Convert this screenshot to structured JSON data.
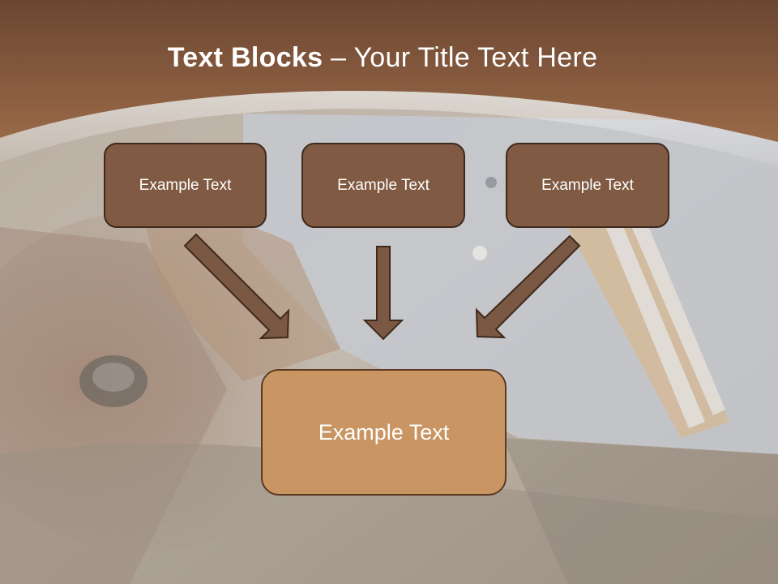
{
  "slide": {
    "title_bold": "Text Blocks",
    "title_dash": "–",
    "title_rest": "Your Title Text Here",
    "top_boxes": [
      {
        "label": "Example Text"
      },
      {
        "label": "Example Text"
      },
      {
        "label": "Example Text"
      }
    ],
    "main_box": {
      "label": "Example Text"
    }
  },
  "colors": {
    "header_brown": "#7a5034",
    "box_dark": "#805a42",
    "box_light": "#c99563",
    "arrow": "#7a5843"
  }
}
